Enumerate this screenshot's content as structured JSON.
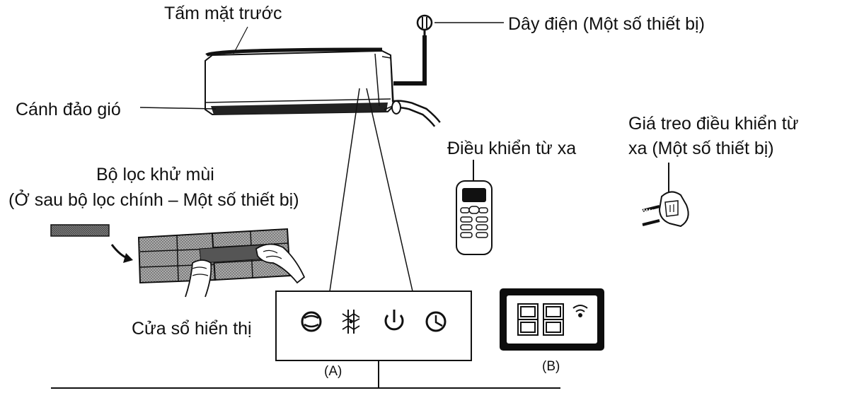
{
  "labels": {
    "front_panel": "Tấm mặt trước",
    "power_cord": "Dây điện (Một số thiết bị)",
    "louver": "Cánh đảo gió",
    "remote": "Điều khiển từ xa",
    "holder_line1": "Giá treo điều khiển từ",
    "holder_line2": "xa (Một số thiết bị)",
    "deodorizing_filter_line1": "Bộ lọc khử mùi",
    "deodorizing_filter_line2": "(Ở sau bộ lọc chính – Một số thiết bị)",
    "display_window": "Cửa sổ hiển thị",
    "panel_a": "(A)",
    "panel_b": "(B)"
  },
  "icons": [
    "fan-mode-icon",
    "snowflake-icon",
    "power-icon",
    "timer-icon",
    "wifi-icon"
  ],
  "display_digits": "88",
  "colors": {
    "ink": "#111111",
    "screen": "#0d0d0d",
    "filter": "#9a9a9a"
  }
}
